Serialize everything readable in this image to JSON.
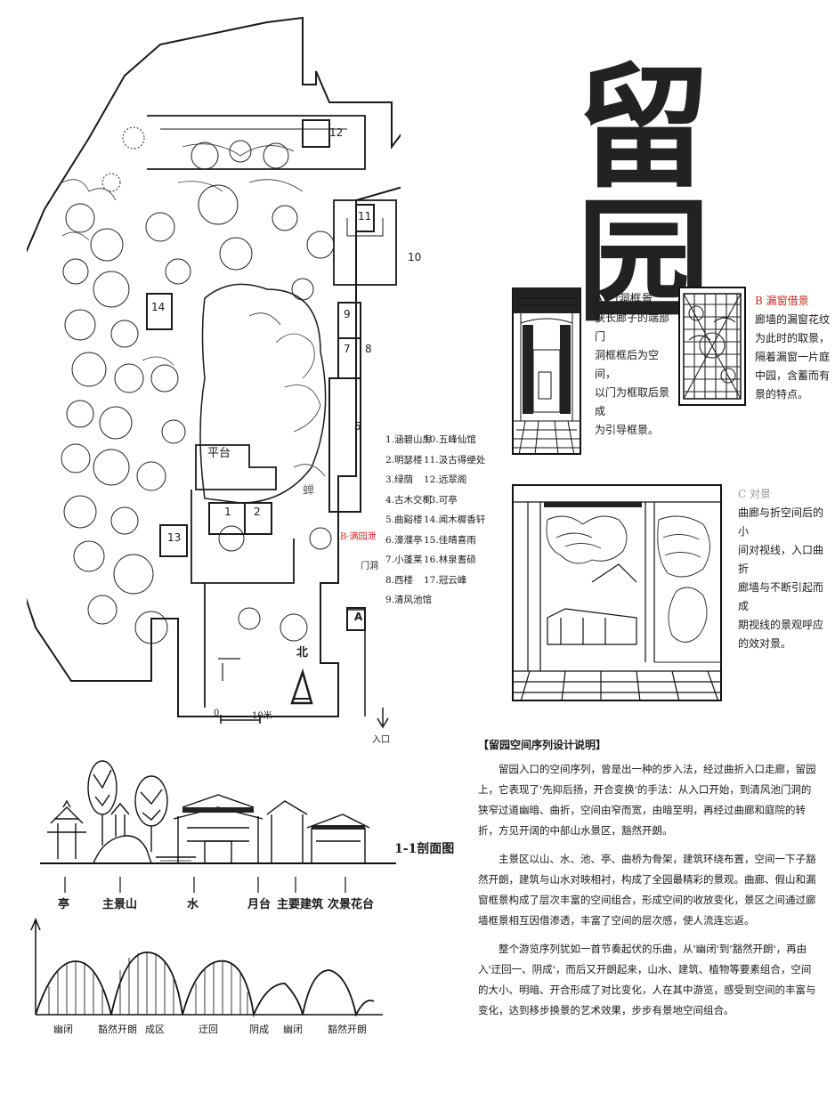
{
  "title": "留园",
  "plan": {
    "label_platform": "平台",
    "room_numbers": [
      "12",
      "11",
      "10",
      "9",
      "8",
      "7",
      "5",
      "1",
      "2",
      "14",
      "13",
      "A"
    ],
    "label_chanfang": "蝉",
    "red_label": "B",
    "red_label_text": "·满园泄",
    "label_entrance": "入口",
    "label_door": "门洞",
    "scale_zero": "0",
    "scale_text": "10米",
    "north_label": "北"
  },
  "legend": {
    "col1": [
      "1.涵碧山房",
      "2.明瑟楼",
      "3.绿荫",
      "4.古木交柯",
      "5.曲谿楼",
      "6.濠濮亭",
      "7.小蓬莱",
      "8.西楼",
      "9.清风池馆"
    ],
    "col2": [
      "10.五峰仙馆",
      "11.汲古得绠处",
      "12.远翠阁",
      "13.可亭",
      "14.闻木樨香轩",
      "15.佳晴喜雨",
      "16.林泉耆硕",
      "17.冠云峰"
    ]
  },
  "captions": {
    "a_title": "A 门洞框景",
    "a_text": [
      "狭长廊子的端部门",
      "洞框框后为空间，",
      "以门为框取后景成",
      "为引导框景。"
    ],
    "b_title": "B 漏窗借景",
    "b_text": [
      "廊墙的漏窗花纹",
      "为此时的取景，",
      "隔着漏窗一片庭",
      "中园，含蓄而有",
      "景的特点。"
    ],
    "c_title": "C 对景",
    "c_text": [
      "曲廊与折空间后的小",
      "间对视线，入口曲折",
      "廊墙与不断引起而成",
      "期视线的景观呼应",
      "的效对景。"
    ]
  },
  "section": {
    "title": "1-1剖面图",
    "labels": [
      "亭",
      "主景山",
      "水",
      "月台",
      "主要建筑",
      "次景花台"
    ]
  },
  "wave": {
    "labels": [
      "幽闭",
      "豁然开朗",
      "成区",
      "迂回",
      "阴成",
      "幽闭",
      "豁然开朗"
    ]
  },
  "description": {
    "title": "【留园空间序列设计说明】",
    "paragraphs": [
      "留园入口的空间序列，曾是出一种的步入法，经过曲折入口走廊，留园上，它表现了'先抑后扬，开合变换'的手法：从入口开始，到清风池门洞的狭窄过道幽暗、曲折，空间由窄而宽，由暗至明，再经过曲廊和庭院的转折，方见开阔的中部山水景区，豁然开朗。",
      "主景区以山、水、池、亭、曲桥为骨架，建筑环绕布置，空间一下子豁然开朗，建筑与山水对映相衬，构成了全园最精彩的景观。曲廊、假山和漏窗框景构成了层次丰富的空间组合，形成空间的收放变化，景区之间通过廊墙框景相互因借渗透，丰富了空间的层次感，使人流连忘返。",
      "整个游览序列犹如一首节奏起伏的乐曲，从'幽闭'到'豁然开朗'，再由入'迂回一、阴成'，而后又开朗起来，山水、建筑、植物等要素组合，空间的大小、明暗、开合形成了对比变化，人在其中游览，感受到空间的丰富与变化，达到移步换景的艺术效果，步步有景地空间组合。"
    ]
  }
}
